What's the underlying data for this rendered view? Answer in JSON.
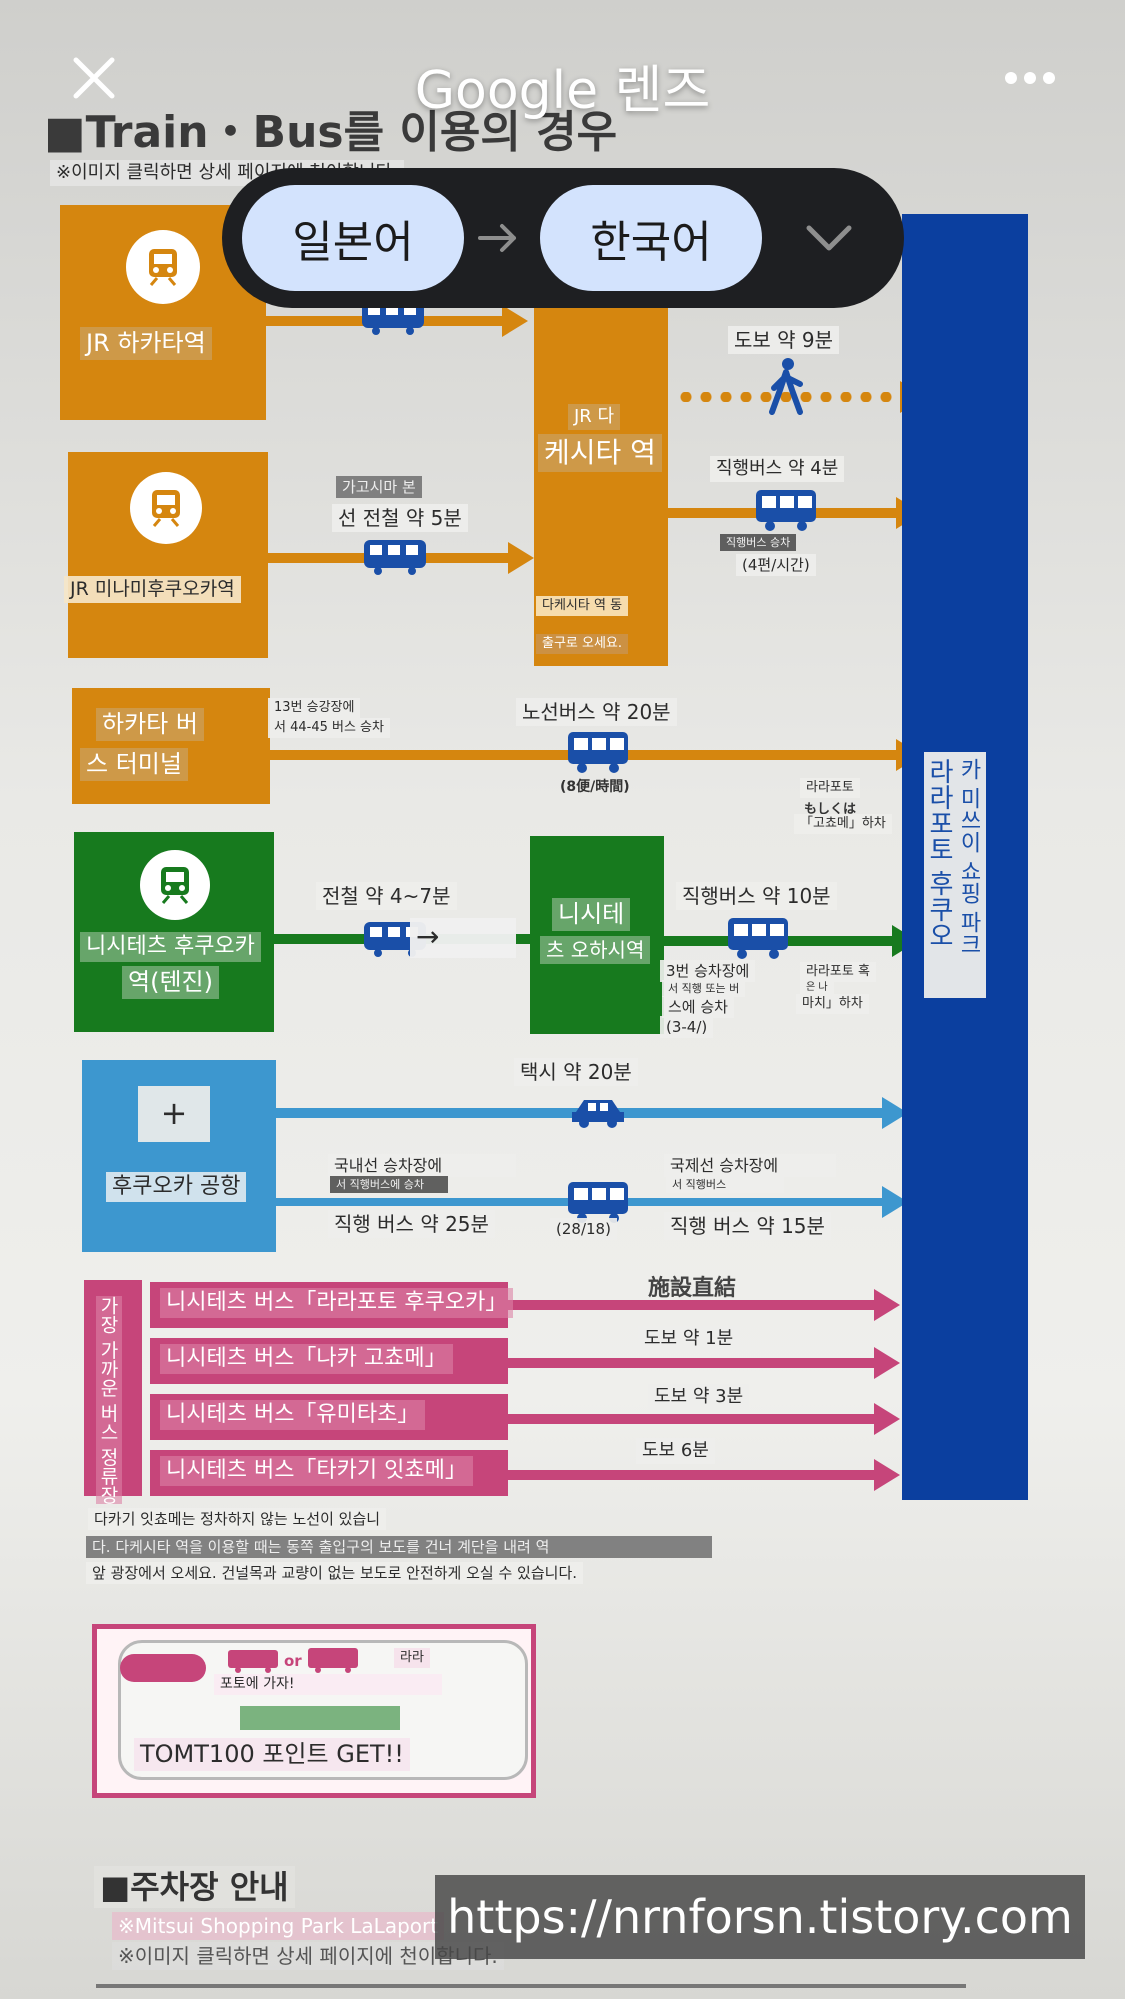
{
  "app": {
    "brand": "Google 렌즈",
    "source_lang": "일본어",
    "target_lang": "한국어"
  },
  "header": {
    "section_title": "■Train・Bus를 이용의 경우",
    "section_note": "※이미지 클릭하면 상세 페이지에 천이합니다."
  },
  "origins": {
    "hakata": "JR 하카타역",
    "minami": "JR 미나미후쿠오카역",
    "bus_terminal_1": "하카타 버",
    "bus_terminal_2": "스 터미널",
    "tenjin_1": "니시테츠 후쿠오카",
    "tenjin_2": "역(텐진)",
    "airport": "후쿠오카 공항",
    "airport_plus": "+"
  },
  "hubs": {
    "takeshita_1": "JR 다",
    "takeshita_2": "케시타 역",
    "takeshita_note_1": "다케시타 역 동",
    "takeshita_note_2": "출구로 오세요.",
    "ohashi_1": "니시테",
    "ohashi_2": "츠 오하시역"
  },
  "routes": {
    "walk_9": "도보 약 9분",
    "direct_bus_4": "직행버스 약 4분",
    "direct_bus_board": "직행버스 승차",
    "freq_4": "(4편/시간)",
    "kagoshima_line": "가고시마 본",
    "train_5": "선 전철 약 5분",
    "stop_13": "13번 승강장에",
    "stop_13_b": "서 44-45 버스 승차",
    "route_bus_20": "노선버스 약 20분",
    "freq_8": "(8便/時間)",
    "lalaport_front": "라라포토",
    "or_jp": "もしくは",
    "koshome_off": "「고쵸메」하차",
    "train_4_7": "전철 약 4~7분",
    "arrow_box": "→",
    "direct_bus_10": "직행버스 약 10분",
    "stop_3": "3번 승차장에",
    "stop_3_b": "서 직행 또는 버",
    "stop_3_c": "스에 승차",
    "freq_3_4": "(3-4/)",
    "lalaport_side": "라라포토 혹",
    "or_ko": "은 나",
    "machi_off": "마치」하차",
    "taxi_20": "택시 약 20분",
    "domestic_stop": "국내선 승차장에",
    "domestic_board": "서 직행버스에 승차",
    "direct_bus_25": "직행 버스 약 25분",
    "freq_28_18": "(28/18)",
    "intl_stop": "국제선 승차장에",
    "intl_board": "서 직행버스",
    "direct_bus_15": "직행 버스 약 15분"
  },
  "destination": {
    "line_1": "카 미쓰이 쇼핑 파크",
    "line_2": "라라포토 후쿠오"
  },
  "bus_stops": {
    "side_label": "가장 가까운 버스 정류장",
    "facility_direct": "施設直結",
    "items": [
      {
        "name": "니시테츠 버스「라라포토 후쿠오카」",
        "time": ""
      },
      {
        "name": "니시테츠 버스「나카 고쵸메」",
        "time": "도보 약 1분"
      },
      {
        "name": "니시테츠 버스「유미타초」",
        "time": "도보 약 3분"
      },
      {
        "name": "니시테츠 버스「타카기 잇쵸메」",
        "time": "도보 6분"
      }
    ]
  },
  "notes": {
    "n1": "다카기 잇쵸메는 정차하지 않는 노선이 있습니",
    "n2": "다. 다케시타 역을 이용할 때는 동쪽 출입구의 보도를 건너 계단을 내려 역",
    "n3": "앞 광장에서 오세요. 건널목과 교량이 없는 보도로 안전하게 오실 수 있습니다."
  },
  "promo": {
    "lalaport": "라라",
    "go": "포토에 가자!",
    "or": "or",
    "points": "TOMT100 포인트 GET!!"
  },
  "parking": {
    "title": "■주차장 안내",
    "line_1": "※Mitsui Shopping Park LaLaport",
    "line_2": "※이미지 클릭하면 상세 페이지에 천이합니다."
  },
  "watermark": "https://nrnforsn.tistory.com",
  "colors": {
    "orange": "#d5860f",
    "green": "#177a1e",
    "light_blue": "#3d97cf",
    "pink": "#c6457a",
    "navy": "#0b3f9f",
    "pill": "#1e1f22",
    "lang_button": "#d3e3fd"
  }
}
